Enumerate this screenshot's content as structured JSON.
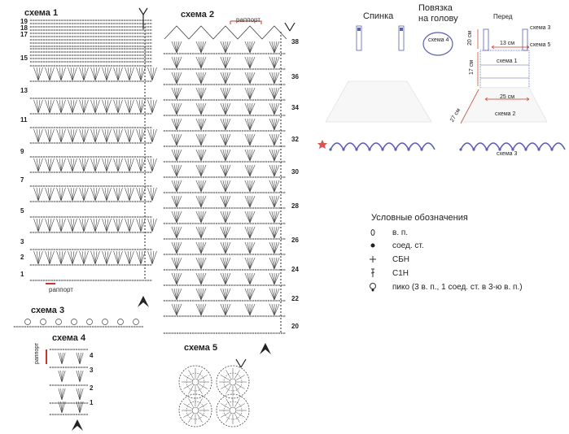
{
  "schemes": {
    "s1": "схема 1",
    "s2": "схема 2",
    "s3": "схема 3",
    "s4": "схема 4",
    "s5": "схема 5"
  },
  "rapport_label": "раппорт",
  "s1_rows": [
    "19",
    "18",
    "17",
    "15",
    "13",
    "11",
    "9",
    "7",
    "5",
    "3",
    "2",
    "1"
  ],
  "s2_rows": [
    "38",
    "36",
    "34",
    "32",
    "30",
    "28",
    "26",
    "24",
    "22",
    "20"
  ],
  "s4_rows": [
    "4",
    "3",
    "2",
    "1"
  ],
  "garment": {
    "back_title": "Спинка",
    "headband_title_1": "Повязка",
    "headband_title_2": "на голову",
    "front_title": "Перед",
    "s4_label": "схема 4",
    "s3_label_a": "схема 3",
    "s5_label": "схема 5",
    "s1_label": "схема 1",
    "s2_label": "схема 2",
    "s3_label_b": "схема 3",
    "dim_13": "13 см",
    "dim_20": "20 см",
    "dim_17": "17 см",
    "dim_25": "25 см",
    "dim_27": "27 см"
  },
  "legend": {
    "title": "Условные обозначения",
    "items": [
      {
        "icon": "chain-stitch-icon",
        "text": "в. п."
      },
      {
        "icon": "slip-stitch-icon",
        "text": "соед. ст."
      },
      {
        "icon": "single-crochet-icon",
        "text": "СБН"
      },
      {
        "icon": "double-crochet-icon",
        "text": "С1Н"
      },
      {
        "icon": "picot-icon",
        "text": "пико (3 в. п., 1 соед. ст. в 3-ю в. п.)"
      }
    ]
  },
  "colors": {
    "stitch": "#444444",
    "accent": "#5a5fb0",
    "arrow": "#222222",
    "rapport": "#c0392b"
  }
}
